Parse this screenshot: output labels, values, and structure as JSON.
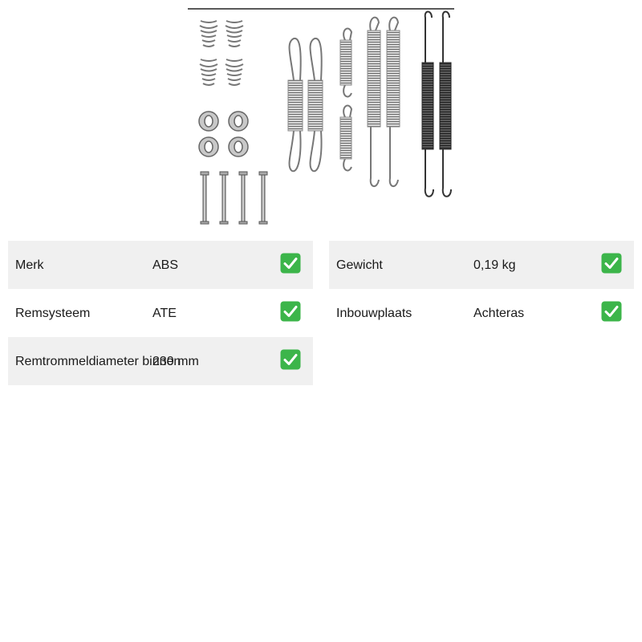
{
  "product": {
    "image_icon": "brake-spring-kit-image"
  },
  "specs_left": [
    {
      "label": "Merk",
      "value": "ABS"
    },
    {
      "label": "Remsysteem",
      "value": "ATE"
    },
    {
      "label": "Remtrommeldiameter binnen",
      "value": "230 mm"
    }
  ],
  "specs_right": [
    {
      "label": "Gewicht",
      "value": "0,19 kg"
    },
    {
      "label": "Inbouwplaats",
      "value": "Achteras"
    }
  ],
  "colors": {
    "row_alt_bg": "#f0f0f0",
    "check_green": "#3cb54a",
    "text": "#1a1a1a"
  },
  "icons": {
    "check": "check-mark-icon"
  }
}
